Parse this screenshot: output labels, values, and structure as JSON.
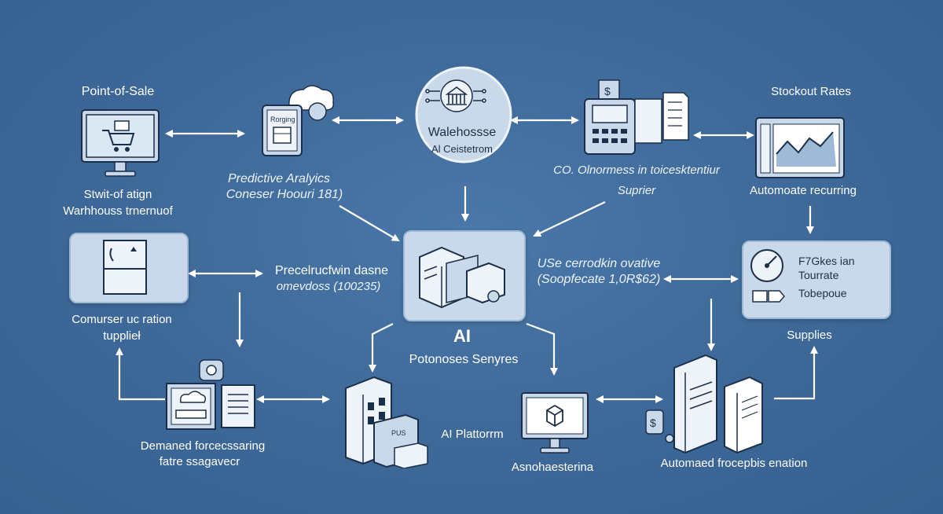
{
  "nodes": {
    "pos": {
      "title": "Point-of-Sale",
      "l1": "Stwit-of atign",
      "l2": "Warhhouss trnernuof"
    },
    "predictive": {
      "l1": "Predictive Aralyics",
      "l2": "Coneser Hoouri 181)",
      "screen_text": "Rorging"
    },
    "warehouse": {
      "l1": "Walehossse",
      "l2": "Al Ceistetrom"
    },
    "supplier": {
      "l1": "CO. Olnormess in toicesktentiur",
      "l2": "Suprier"
    },
    "stockout": {
      "title": "Stockout Rates",
      "l1": "Automoate recurring"
    },
    "consumer": {
      "l1": "Comurser uc ration",
      "l2": "tupplieł"
    },
    "preceruc": {
      "l1": "Precelrucfwin dasne",
      "l2": "omevdoss (100235)"
    },
    "use": {
      "l1": "USe cerrodkin ovative",
      "l2": "(Soopfecate 1,0R$62)"
    },
    "center": {
      "title": "AI",
      "l1": "Potonoses Senyres"
    },
    "fixes": {
      "l1": "F7Gkes ian",
      "l2": "Tourrate",
      "l3": "Tobepoue",
      "caption": "Supplies"
    },
    "demand": {
      "l1": "Demaned forcecssaring",
      "l2": "fatre ssagavecr"
    },
    "platform": {
      "l1": "AI Plattorrm",
      "box_text": "PUS"
    },
    "asno": {
      "l1": "Asnohaesterina"
    },
    "automaed": {
      "l1": "Automaed frocepbis enation"
    }
  },
  "colors": {
    "background": "#3e6a9a",
    "panel": "#c9d9ea",
    "panel_border": "#9fbad6",
    "arrow": "#ffffff",
    "icon_stroke": "#1c2f4a",
    "icon_fill": "#dbe7f3"
  },
  "icons": [
    "cart-monitor-icon",
    "tablet-cloud-icon",
    "bank-badge-icon",
    "pos-terminal-icon",
    "line-chart-monitor-icon",
    "box-icon",
    "server-boxes-icon",
    "gauge-icon",
    "document-cloud-icon",
    "stacked-boxes-icon",
    "cube-monitor-icon",
    "server-tower-icon"
  ]
}
